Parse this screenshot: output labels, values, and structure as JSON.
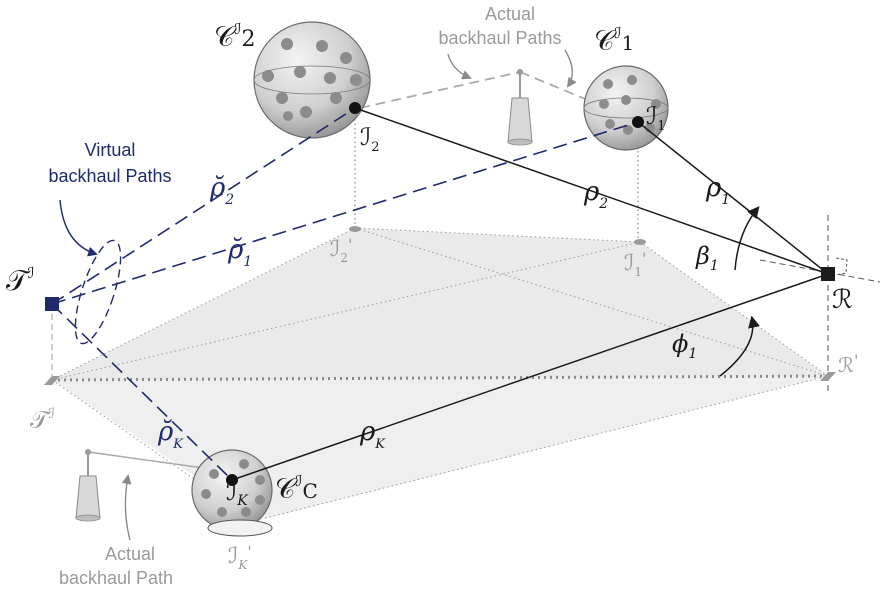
{
  "labels": {
    "cluster_2": {
      "main": "𝒞",
      "sup": "ℐ",
      "sub": "2"
    },
    "cluster_1": {
      "main": "𝒞",
      "sup": "ℐ",
      "sub": "1"
    },
    "cluster_c": {
      "main": "𝒞",
      "sup": "ℐ",
      "sub": "C"
    },
    "irs_1": {
      "main": "ℐ",
      "sub": "1"
    },
    "irs_2": {
      "main": "ℐ",
      "sub": "2"
    },
    "irs_k": {
      "main": "ℐ",
      "sub": "K"
    },
    "irs_1_proj": {
      "main": "ℐ",
      "sub": "1",
      "prime": "'"
    },
    "irs_2_proj": {
      "main": "ℐ",
      "sub": "2",
      "prime": "'"
    },
    "irs_k_proj": {
      "main": "ℐ",
      "sub": "K",
      "prime": "'"
    },
    "transmitter": {
      "main": "𝒯",
      "sup": "ℐ"
    },
    "transmitter_proj": {
      "main": "𝒯",
      "sup": "ℐ"
    },
    "receiver": {
      "main": "ℛ"
    },
    "receiver_proj": {
      "main": "ℛ",
      "prime": "'"
    },
    "rho_1": {
      "main": "ρ",
      "sub": "1"
    },
    "rho_2": {
      "main": "ρ",
      "sub": "2"
    },
    "rho_k": {
      "main": "ρ",
      "sub": "K"
    },
    "rho_breve_1": {
      "main": "ρ̆",
      "sub": "1"
    },
    "rho_breve_2": {
      "main": "ρ̆",
      "sub": "2"
    },
    "rho_breve_k": {
      "main": "ρ̆",
      "sub": "K"
    },
    "beta_1": {
      "main": "β",
      "sub": "1"
    },
    "phi_1": {
      "main": "ϕ",
      "sub": "1"
    },
    "virtual_paths": {
      "line1": "Virtual",
      "line2": "backhaul Paths"
    },
    "actual_paths": {
      "line1": "Actual",
      "line2": "backhaul Paths"
    },
    "actual_path": {
      "line1": "Actual",
      "line2": "backhaul Path"
    }
  },
  "colors": {
    "virtual_path": "#1f2a6b",
    "actual_path": "#9a9a9a",
    "link": "#1a1a1a",
    "plane": "#ececec",
    "sphere": "#d9d9d9",
    "dot": "#8c8c8c"
  }
}
